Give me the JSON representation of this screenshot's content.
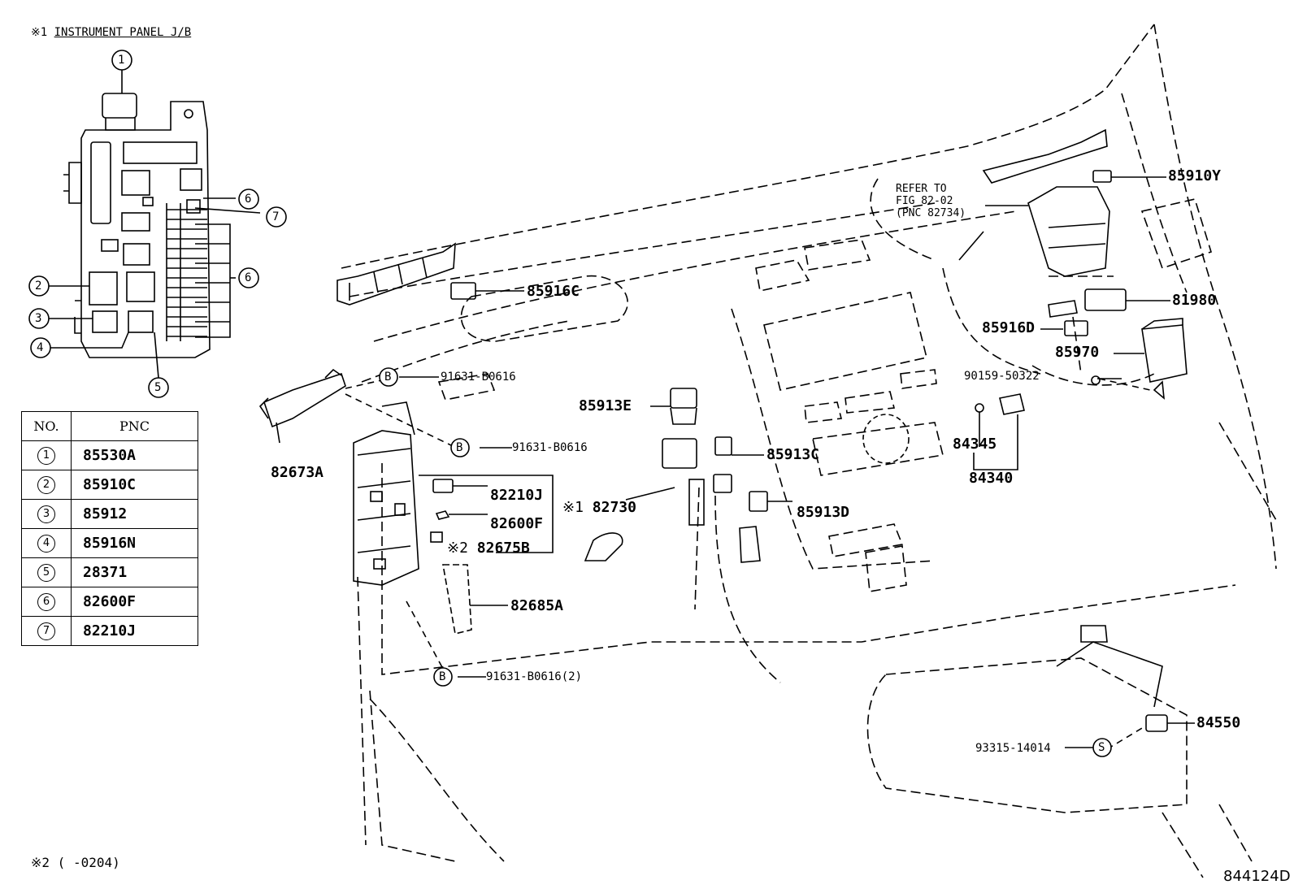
{
  "header": {
    "note_mark": "※1",
    "title": "INSTRUMENT PANEL J/B"
  },
  "jb_callouts": [
    "1",
    "6",
    "7",
    "6",
    "2",
    "3",
    "4",
    "5"
  ],
  "pnc_table": {
    "headers": [
      "NO.",
      "PNC"
    ],
    "rows": [
      {
        "no": "1",
        "pnc": "85530A"
      },
      {
        "no": "2",
        "pnc": "85910C"
      },
      {
        "no": "3",
        "pnc": "85912"
      },
      {
        "no": "4",
        "pnc": "85916N"
      },
      {
        "no": "5",
        "pnc": "28371"
      },
      {
        "no": "6",
        "pnc": "82600F"
      },
      {
        "no": "7",
        "pnc": "82210J"
      }
    ]
  },
  "refer": {
    "line1": "REFER TO",
    "line2": "FIG 82-02",
    "line3": "(PNC 82734)"
  },
  "bolt_marks": {
    "b": "B",
    "s": "S"
  },
  "parts": {
    "p85910Y": "85910Y",
    "p85916C": "85916C",
    "p81980": "81980",
    "p85916D": "85916D",
    "p85970": "85970",
    "p90159": "90159-50322",
    "p91631a": "91631-B0616",
    "p91631b": "91631-B0616",
    "p91631c": "91631-B0616(2)",
    "p85913E": "85913E",
    "p84345": "84345",
    "p84340": "84340",
    "p85913C": "85913C",
    "p82673A": "82673A",
    "p82210J": "82210J",
    "p82600F": "82600F",
    "p82675B": "82675B",
    "p82675B_mark": "※2",
    "p82730_mark": "※1",
    "p82730": "82730",
    "p85913D": "85913D",
    "p82685A": "82685A",
    "p93315": "93315-14014",
    "p84550": "84550"
  },
  "footer": {
    "note": "※2 (      -0204)",
    "code": "844124D"
  }
}
